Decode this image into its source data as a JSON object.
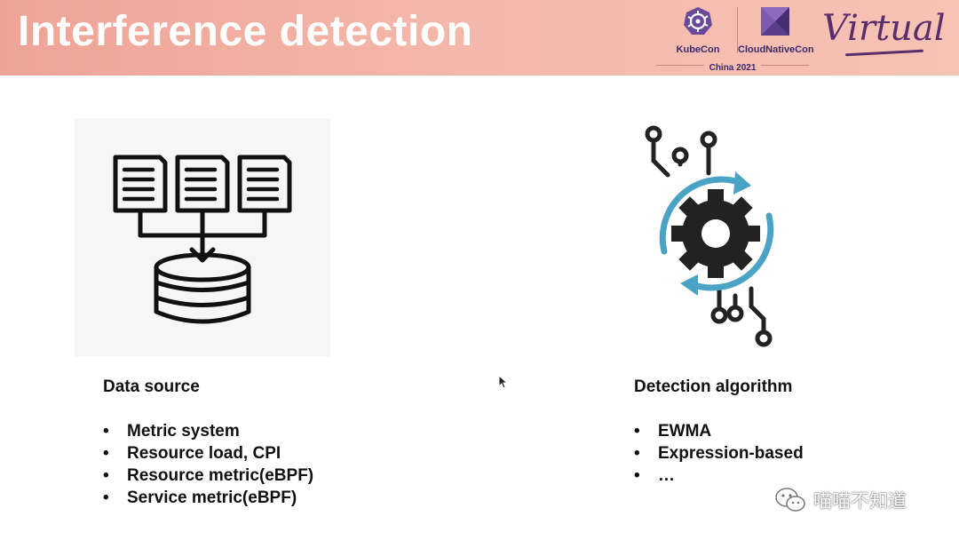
{
  "slide": {
    "title": "Interference detection"
  },
  "branding": {
    "kubecon": "KubeCon",
    "cloudnativecon": "CloudNativeCon",
    "event": "China 2021",
    "mode": "Virtual",
    "kube_color": "#6a4a9b",
    "cncf_color": "#5a3d8a"
  },
  "left": {
    "heading": "Data source",
    "items": [
      "Metric system",
      "Resource load, CPI",
      "Resource metric(eBPF)",
      "Service metric(eBPF)"
    ],
    "icon": "data-source-database-icon"
  },
  "right": {
    "heading": "Detection algorithm",
    "items": [
      "EWMA",
      "Expression-based",
      "…"
    ],
    "icon": "gear-circuit-icon",
    "accent": "#4aa3c4"
  },
  "watermark": {
    "text": "喵喵不知道",
    "icon": "wechat-icon"
  }
}
